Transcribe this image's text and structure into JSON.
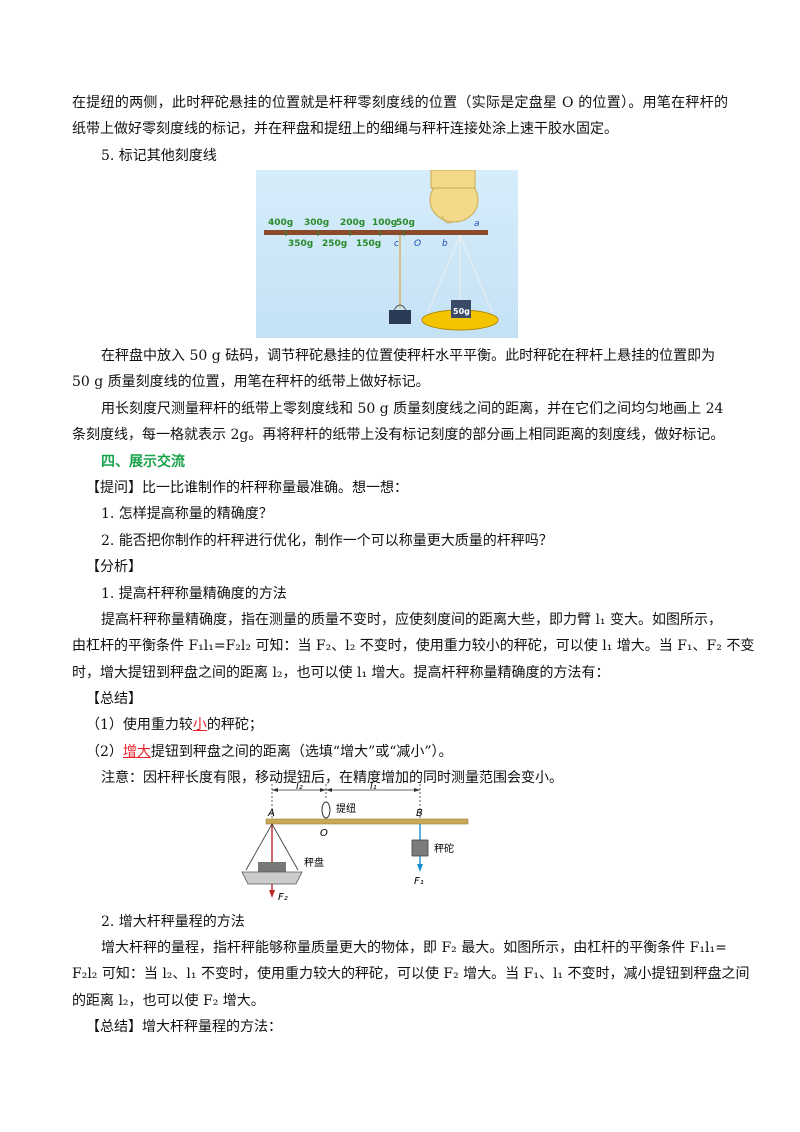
{
  "paragraphs": {
    "p1_l1": "在提纽的两侧，此时秤砣悬挂的位置就是杆秤零刻度线的位置（实际是定盘星 O 的位置）。用笔在秤杆的",
    "p1_l2": "纸带上做好零刻度线的标记，并在秤盘和提纽上的细绳与秤杆连接处涂上速干胶水固定。",
    "step5": "5. 标记其他刻度线",
    "p2_l1": "在秤盘中放入 50  g 砝码，调节秤砣悬挂的位置使秤杆水平平衡。此时秤砣在秤杆上悬挂的位置即为",
    "p2_l2": "50  g 质量刻度线的位置，用笔在秤杆的纸带上做好标记。",
    "p3_l1": "用长刻度尺测量秤杆的纸带上零刻度线和 50  g 质量刻度线之间的距离，并在它们之间均匀地画上 24",
    "p3_l2": "条刻度线，每一格就表示 2g。再将秤杆的纸带上没有标记刻度的部分画上相同距离的刻度线，做好标记。",
    "section4": "四、展示交流",
    "q_intro": "【提问】比一比谁制作的杆秤称量最准确。想一想：",
    "q1": "1. 怎样提高称量的精确度？",
    "q2": "2. 能否把你制作的杆秤进行优化，制作一个可以称量更大质量的杆秤吗？",
    "analysis": "【分析】",
    "a1_title": "1. 提高杆秤称量精确度的方法",
    "a1_l1": "提高杆秤称量精确度，指在测量的质量不变时，应使刻度间的距离大些，即力臂 l₁ 变大。如图所示，",
    "a1_l2": "由杠杆的平衡条件 F₁l₁=F₂l₂ 可知：当 F₂、l₂ 不变时，使用重力较小的秤砣，可以使 l₁ 增大。当 F₁、F₂ 不变",
    "a1_l3": "时，增大提钮到秤盘之间的距离 l₂，也可以使 l₁ 增大。提高杆秤称量精确度的方法有：",
    "summary1": "【总结】",
    "s1_a": "（1）使用重力较",
    "s1_ans": "小",
    "s1_b": "的秤砣；",
    "s2_a": "（2）",
    "s2_ans": "增大",
    "s2_b": "提钮到秤盘之间的距离（选填“增大”或“减小”）。",
    "note": "注意：因杆秤长度有限，移动提钮后，在精度增加的同时测量范围会变小。",
    "b_title": "2. 增大杆秤量程的方法",
    "b_l1": "增大杆秤的量程，指杆秤能够称量质量更大的物体，即 F₂ 最大。如图所示，由杠杆的平衡条件 F₁l₁=",
    "b_l2": "F₂l₂ 可知：当 l₂、l₁ 不变时，使用重力较大的秤砣，可以使 F₂ 增大。当 F₁、l₁ 不变时，减小提钮到秤盘之间",
    "b_l3": "的距离 l₂，也可以使 F₂ 增大。",
    "summary2": "【总结】增大杆秤量程的方法："
  },
  "figure1": {
    "top_marks": [
      "400g",
      "300g",
      "200g",
      "100g",
      "50g"
    ],
    "bottom_marks": [
      "350g",
      "250g",
      "150g"
    ],
    "letters": [
      "a",
      "b",
      "c",
      "O"
    ],
    "weight_label": "50g",
    "colors": {
      "rod": "#8b4a2a",
      "mark": "#2a8a2a",
      "pan": "#f5c400"
    }
  },
  "figure2": {
    "l2": "l₂",
    "l1": "l₁",
    "knob_label": "提纽",
    "A": "A",
    "O": "O",
    "B": "B",
    "pan_label": "秤盘",
    "weight_label": "秤砣",
    "F1": "F₁",
    "F2": "F₂",
    "colors": {
      "rod": "#c8a85a",
      "force_a": "#c0272d",
      "force_b": "#1a8fd0"
    }
  }
}
